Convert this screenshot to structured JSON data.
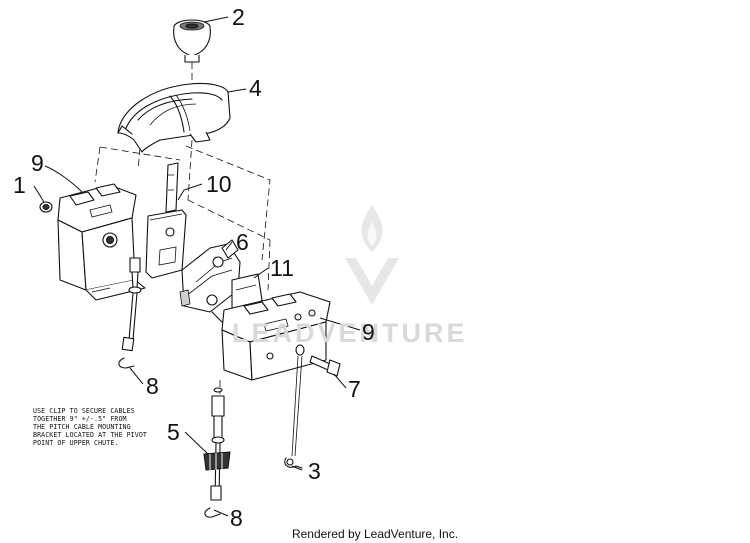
{
  "callouts": [
    {
      "id": "c1",
      "label": "1"
    },
    {
      "id": "c2",
      "label": "2"
    },
    {
      "id": "c3",
      "label": "3"
    },
    {
      "id": "c4",
      "label": "4"
    },
    {
      "id": "c5",
      "label": "5"
    },
    {
      "id": "c6",
      "label": "6"
    },
    {
      "id": "c7",
      "label": "7"
    },
    {
      "id": "c8a",
      "label": "8"
    },
    {
      "id": "c8b",
      "label": "8"
    },
    {
      "id": "c9a",
      "label": "9"
    },
    {
      "id": "c9b",
      "label": "9"
    },
    {
      "id": "c10",
      "label": "10"
    },
    {
      "id": "c11",
      "label": "11"
    }
  ],
  "note": "USE CLIP TO SECURE CABLES\nTOGETHER 9\" +/-.5\" FROM\nTHE PITCH CABLE MOUNTING\nBRACKET LOCATED AT THE PIVOT\nPOINT OF UPPER CHUTE.",
  "watermark": "LEADVENTURE",
  "footer": "Rendered by LeadVenture, Inc."
}
